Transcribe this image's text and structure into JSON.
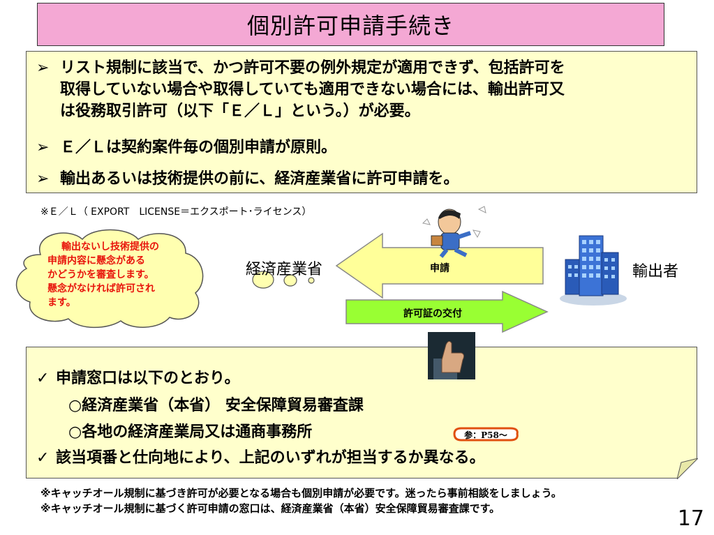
{
  "title": "個別許可申請手続き",
  "top_bullets": [
    {
      "mark": "➢",
      "lines": [
        "リスト規制に該当で、かつ許可不要の例外規定が適用できず、包括許可を",
        "取得していない場合や取得していても適用できない場合には、輸出許可又",
        "は役務取引許可（以下「Ｅ／Ｌ」という。）が必要。"
      ]
    },
    {
      "mark": "➢",
      "lines": [
        "Ｅ／Ｌは契約案件毎の個別申請が原則。"
      ]
    },
    {
      "mark": "➢",
      "lines": [
        "輸出あるいは技術提供の前に、経済産業省に許可申請を。"
      ]
    }
  ],
  "el_footnote": "※Ｅ／Ｌ（ EXPORT　LICENSE＝エクスポート･ライセンス）",
  "cloud_text": [
    "輸出ないし技術提供の",
    "申請内容に懸念がある",
    "かどうかを審査します。",
    "懸念がなければ許可され",
    "ます。"
  ],
  "diagram": {
    "meti": "経済産業省",
    "exporter": "輸出者",
    "apply_arrow": "申請",
    "permit_arrow": "許可証の交付"
  },
  "bottom_bullets": [
    {
      "mark": "✓",
      "text": "申請窓口は以下のとおり。"
    },
    {
      "mark": "",
      "text": "○経済産業省（本省） 安全保障貿易審査課"
    },
    {
      "mark": "",
      "text": "○各地の経済産業局又は通商事務所"
    },
    {
      "mark": "✓",
      "text": "該当項番と仕向地により、上記のいずれが担当するか異なる。"
    }
  ],
  "ref_tag": "参：P58〜",
  "notes": [
    "※キャッチオール規制に基づき許可が必要となる場合も個別申請が必要です。迷ったら事前相談をしましょう。",
    "※キャッチオール規制に基づく許可申請の窓口は、経済産業省（本省）安全保障貿易審査課です。"
  ],
  "page_number": "17",
  "colors": {
    "title_bg": "#f4a8d4",
    "note_bg": "#ffffcc",
    "cloud_bg": "#ffffb0",
    "cloud_text": "#e8150c",
    "apply_arrow": "#ffff99",
    "permit_arrow": "#99ff33"
  }
}
